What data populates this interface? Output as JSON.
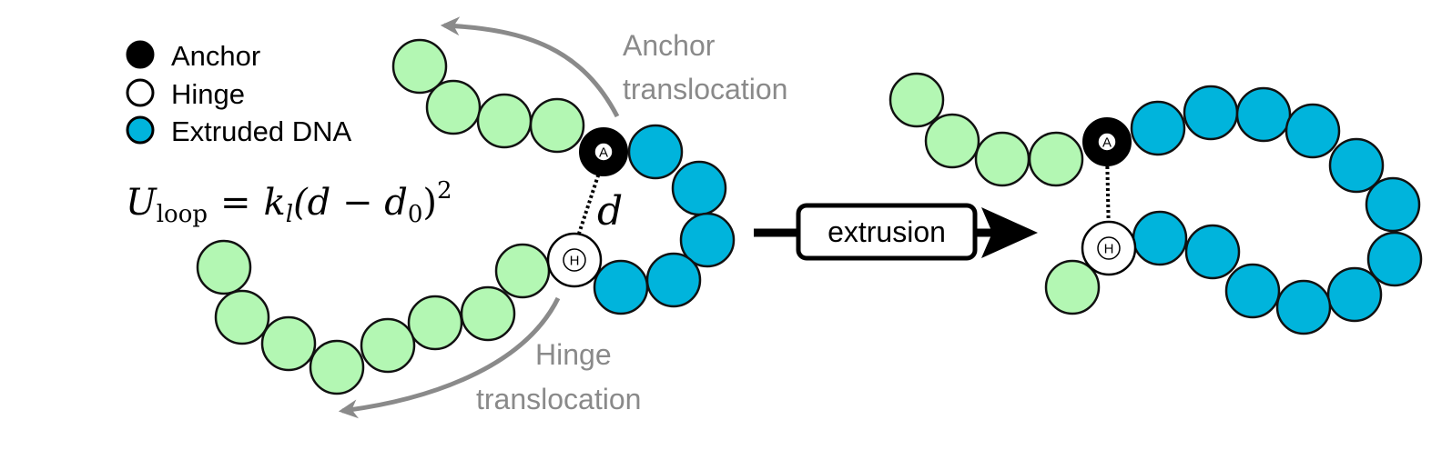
{
  "colors": {
    "free_dna": "#b3f7b3",
    "extruded_dna": "#00b4dc",
    "anchor": "#000000",
    "hinge": "#ffffff",
    "translocation_arrow": "#8a8a8a",
    "outline": "#111111"
  },
  "legend": {
    "items": [
      {
        "label": "Anchor",
        "swatch": "anchor"
      },
      {
        "label": "Hinge",
        "swatch": "hinge"
      },
      {
        "label": "Extruded DNA",
        "swatch": "extruded_dna"
      }
    ]
  },
  "equation": {
    "lhs_symbol": "U",
    "lhs_subscript": "loop",
    "equals": "=",
    "rhs_k": "k",
    "rhs_k_subscript": "l",
    "rhs_body": "(d − d",
    "rhs_d0_subscript": "0",
    "rhs_close": ")",
    "rhs_power": "2"
  },
  "distance_label": "d",
  "annotations": {
    "anchor_translocation": [
      "Anchor",
      "translocation"
    ],
    "hinge_translocation": [
      "Hinge",
      "translocation"
    ]
  },
  "process_label": "extrusion",
  "node_labels": {
    "anchor": "A",
    "hinge": "H"
  }
}
